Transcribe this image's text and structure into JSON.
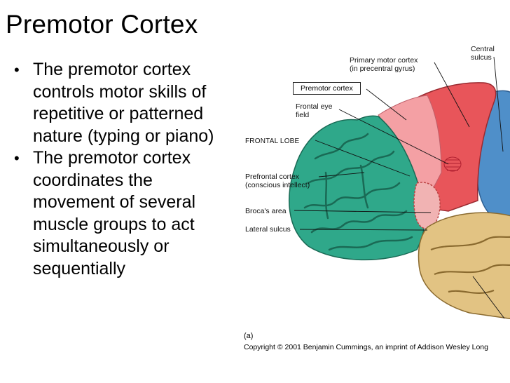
{
  "slide": {
    "title": "Premotor Cortex",
    "bullets": [
      "The premotor cortex controls motor skills of repetitive or patterned nature (typing or piano)",
      "The premotor cortex coordinates the movement of several muscle groups to act simultaneously or sequentially"
    ],
    "bullet_glyph": "•"
  },
  "figure": {
    "labels": {
      "primary_motor_1": "Primary motor cortex",
      "primary_motor_2": "(in precentral gyrus)",
      "central_1": "Central",
      "central_2": "sulcus",
      "premotor": "Premotor cortex",
      "frontal_eye_1": "Frontal eye",
      "frontal_eye_2": "field",
      "frontal_lobe": "FRONTAL LOBE",
      "prefrontal_1": "Prefrontal cortex",
      "prefrontal_2": "(conscious intellect)",
      "broca": "Broca's area",
      "lateral": "Lateral sulcus"
    },
    "id": "(a)",
    "copyright": "Copyright © 2001 Benjamin Cummings, an imprint of Addison Wesley Long"
  },
  "colors": {
    "frontal": "#2fa88a",
    "motor": "#e8555a",
    "premotor": "#f4a0a4",
    "temporal": "#e2c383",
    "parietal": "#4f8fc9"
  }
}
